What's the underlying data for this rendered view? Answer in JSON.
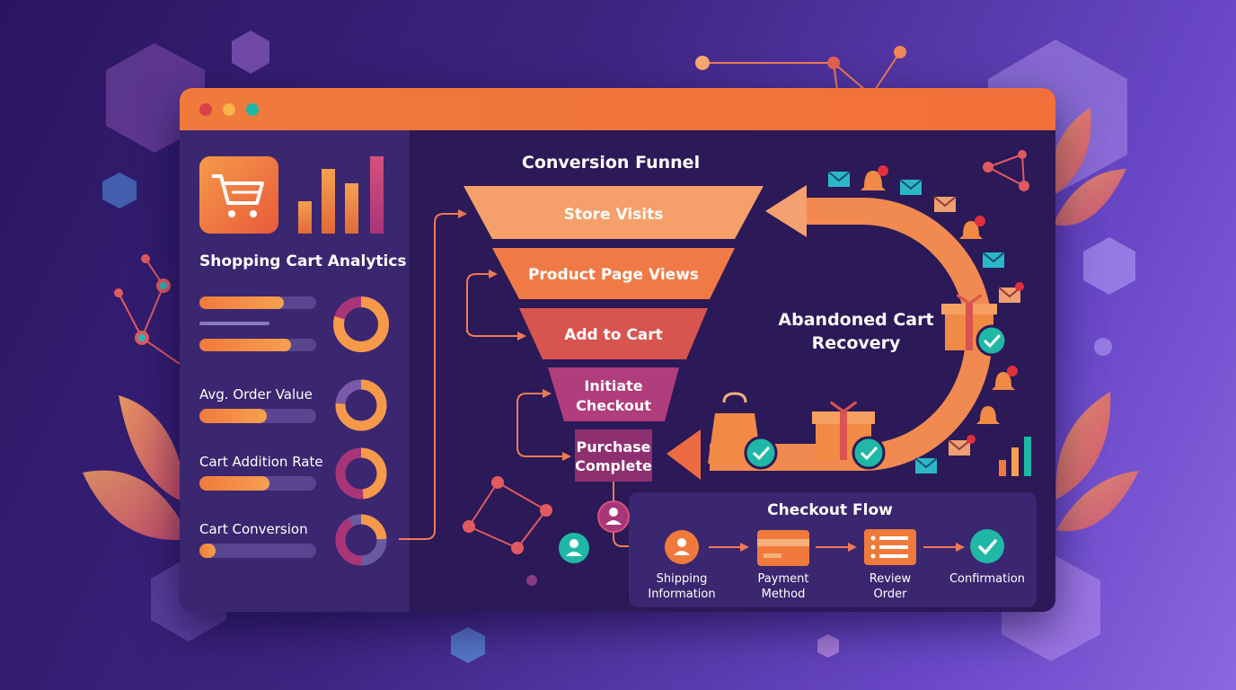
{
  "sidebar": {
    "title": "Shopping Cart Analytics",
    "metrics": [
      {
        "label": ""
      },
      {
        "label": "Avg. Order Value"
      },
      {
        "label": "Cart Addition Rate"
      },
      {
        "label": "Cart Conversion"
      }
    ]
  },
  "funnel": {
    "title": "Conversion Funnel",
    "stages": [
      {
        "label": "Store Visits",
        "color": "#f5a06a"
      },
      {
        "label": "Product Page Views",
        "color": "#f07a45"
      },
      {
        "label": "Add to Cart",
        "color": "#d8544f"
      },
      {
        "label_line1": "Initiate",
        "label_line2": "Checkout",
        "color": "#b03d7c"
      },
      {
        "label_line1": "Purchase",
        "label_line2": "Complete",
        "color": "#8e2f70"
      }
    ]
  },
  "recovery": {
    "title_line1": "Abandoned Cart",
    "title_line2": "Recovery"
  },
  "checkout_flow": {
    "title": "Checkout Flow",
    "steps": [
      {
        "line1": "Shipping",
        "line2": "Information",
        "icon": "user-icon"
      },
      {
        "line1": "Payment",
        "line2": "Method",
        "icon": "credit-card-icon"
      },
      {
        "line1": "Review",
        "line2": "Order",
        "icon": "list-icon"
      },
      {
        "line1": "Confirmation",
        "line2": "",
        "icon": "check-icon"
      }
    ]
  },
  "colors": {
    "accent_orange": "#f07a3c",
    "accent_teal": "#1fb8a6",
    "accent_magenta": "#a83578",
    "track": "#5a4590"
  }
}
